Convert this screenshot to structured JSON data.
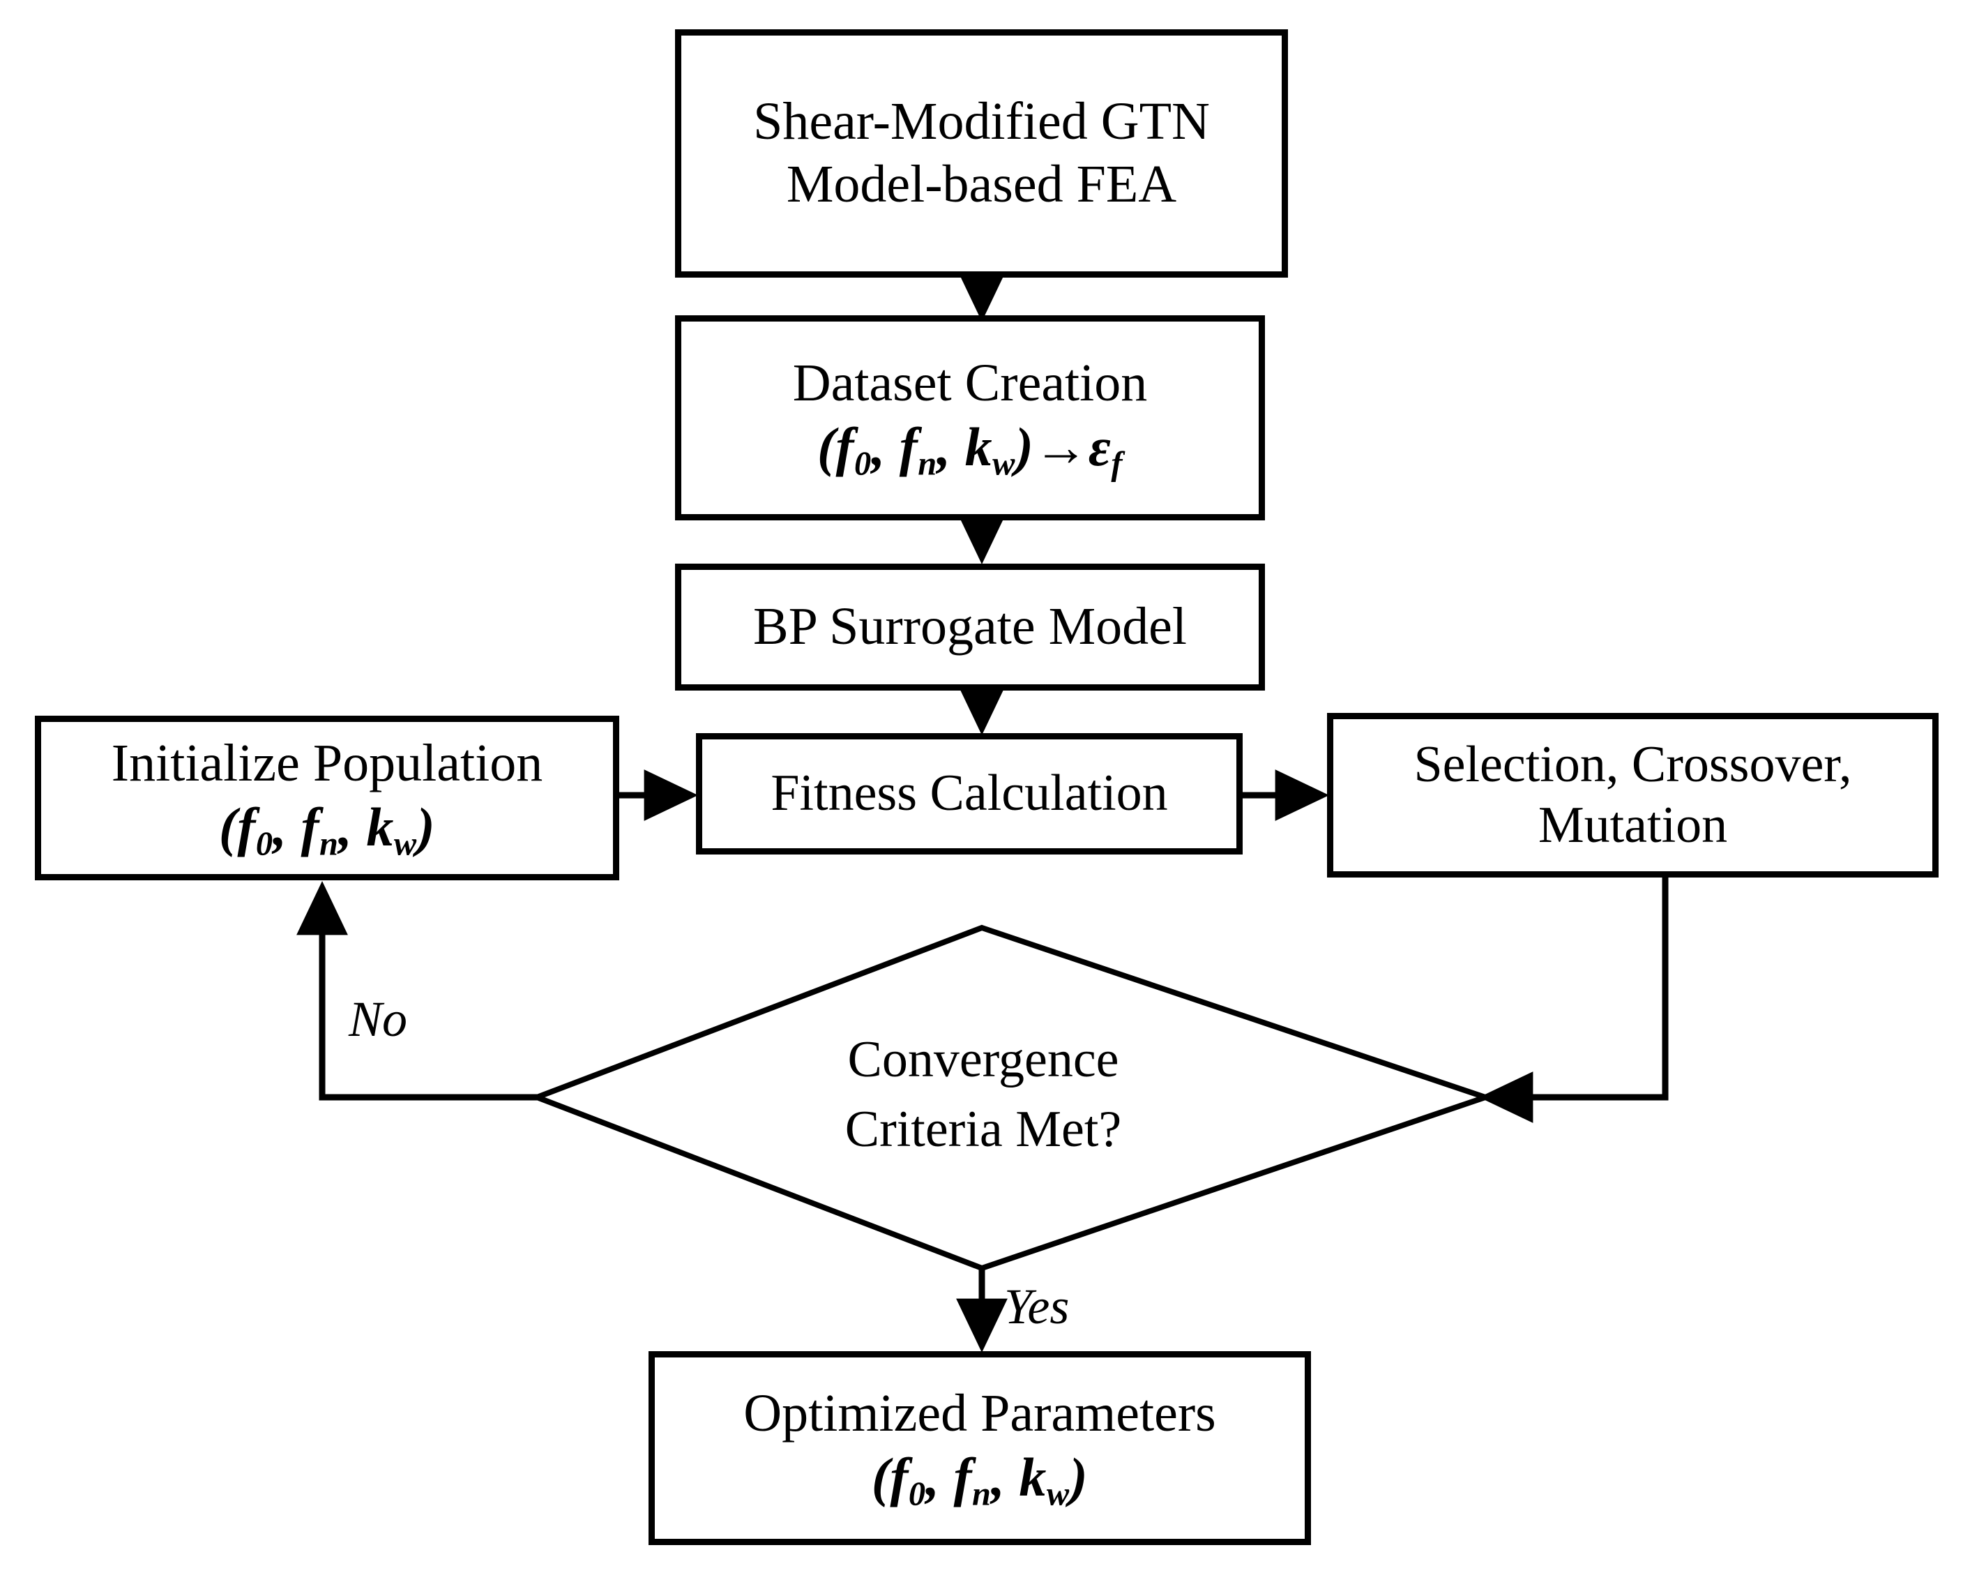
{
  "diagram": {
    "title": "Shear-Modified GTN Model-based FEA GA optimization flowchart",
    "type": "flowchart",
    "colors": {
      "stroke": "#000000",
      "fill": "#ffffff",
      "text": "#000000"
    },
    "nodes": [
      {
        "id": "fea",
        "shape": "rectangle",
        "lines": [
          "Shear-Modified GTN",
          "Model-based FEA"
        ]
      },
      {
        "id": "dataset",
        "shape": "rectangle",
        "lines": [
          "Dataset Creation"
        ],
        "formula": {
          "open": "(",
          "p1": "f",
          "p1sub": "0",
          "sep1": ", ",
          "p2": "f",
          "p2sub": "n",
          "sep2": ", ",
          "p3": "k",
          "p3sub": "w",
          "close": ")",
          "arrow": "→",
          "out": "ε",
          "outsub": "f"
        }
      },
      {
        "id": "surrogate",
        "shape": "rectangle",
        "lines": [
          "BP Surrogate Model"
        ]
      },
      {
        "id": "initialize",
        "shape": "rectangle",
        "lines": [
          "Initialize Population"
        ],
        "formula": {
          "open": "(",
          "p1": "f",
          "p1sub": "0",
          "sep1": ", ",
          "p2": "f",
          "p2sub": "n",
          "sep2": ", ",
          "p3": "k",
          "p3sub": "w",
          "close": ")"
        }
      },
      {
        "id": "fitness",
        "shape": "rectangle",
        "lines": [
          "Fitness Calculation"
        ]
      },
      {
        "id": "operators",
        "shape": "rectangle",
        "lines": [
          "Selection, Crossover,",
          "Mutation"
        ]
      },
      {
        "id": "convergence",
        "shape": "diamond",
        "lines": [
          "Convergence",
          "Criteria Met?"
        ]
      },
      {
        "id": "optimized",
        "shape": "rectangle",
        "lines": [
          "Optimized Parameters"
        ],
        "formula": {
          "open": "(",
          "p1": "f",
          "p1sub": "0",
          "sep1": ", ",
          "p2": "f",
          "p2sub": "n",
          "sep2": ", ",
          "p3": "k",
          "p3sub": "w",
          "close": ")"
        }
      }
    ],
    "edges": [
      {
        "id": "fea-dataset",
        "from": "fea",
        "to": "dataset",
        "label": ""
      },
      {
        "id": "dataset-surrogate",
        "from": "dataset",
        "to": "surrogate",
        "label": ""
      },
      {
        "id": "surrogate-fitness",
        "from": "surrogate",
        "to": "fitness",
        "label": ""
      },
      {
        "id": "initialize-fitness",
        "from": "initialize",
        "to": "fitness",
        "label": ""
      },
      {
        "id": "fitness-operators",
        "from": "fitness",
        "to": "operators",
        "label": ""
      },
      {
        "id": "operators-convergence",
        "from": "operators",
        "to": "convergence",
        "label": ""
      },
      {
        "id": "convergence-initialize",
        "from": "convergence",
        "to": "initialize",
        "label": "No"
      },
      {
        "id": "convergence-optimized",
        "from": "convergence",
        "to": "optimized",
        "label": "Yes"
      }
    ],
    "edge_labels": {
      "no": "No",
      "yes": "Yes"
    }
  }
}
